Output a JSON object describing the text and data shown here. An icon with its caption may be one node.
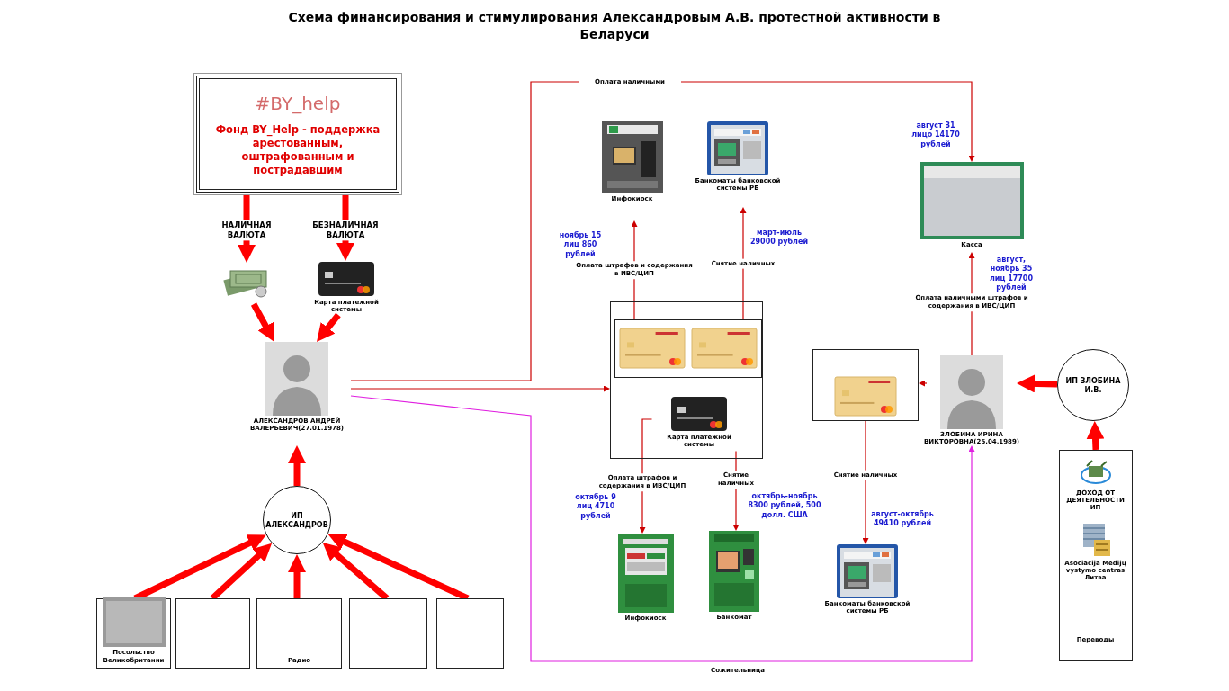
{
  "diagram": {
    "title": "Схема финансирования и стимулирования Александровым А.В. протестной активности в Беларуси",
    "nodes": [
      {
        "text": [
          "#BY_help",
          "Фонд BY_Help - поддержка арестованным, оштрафованным и пострадавшим"
        ]
      },
      {
        "text": [],
        "shape": "picture"
      },
      {
        "text": [
          "Карта платежной системы"
        ]
      },
      {
        "text": [
          "АЛЕКСАНДРОВ АНДРЕЙ ВАЛЕРЬЕВИЧ(27.01.1978)"
        ]
      },
      {
        "text": [
          "ИП АЛЕКСАНДРОВ"
        ]
      },
      {
        "text": [
          "Посольство Великобритании"
        ]
      },
      {
        "text": [],
        "shape": "box"
      },
      {
        "text": [
          "Радио"
        ]
      },
      {
        "text": [],
        "shape": "box"
      },
      {
        "text": [],
        "shape": "box"
      },
      {
        "text": [
          "Инфокиоск"
        ]
      },
      {
        "text": [
          "Банкоматы банковской системы РБ"
        ]
      },
      {
        "text": [
          "Касса"
        ]
      },
      {
        "text": [],
        "shape": "box"
      },
      {
        "text": [],
        "shape": "box",
        "in": 13
      },
      {
        "text": [
          "Карта платежной системы"
        ],
        "in": 13
      },
      {
        "text": [],
        "shape": "box"
      },
      {
        "text": [
          "ЗЛОБИНА ИРИНА ВИКТОРОВНА(25.04.1989)"
        ]
      },
      {
        "text": [
          "ИП ЗЛОБИНА И.В."
        ]
      },
      {
        "text": [],
        "shape": "box"
      },
      {
        "text": [
          "ДОХОД ОТ ДЕЯТЕЛЬНОСТИ ИП"
        ],
        "in": 19
      },
      {
        "text": [
          "Asociacija Medijų vystymo centras Литва"
        ],
        "in": 19
      },
      {
        "text": [
          "Переводы"
        ],
        "in": 19
      },
      {
        "text": [
          "Инфокиоск"
        ]
      },
      {
        "text": [
          "Банкомат"
        ]
      },
      {
        "text": [
          "Банкоматы банковской системы РБ"
        ]
      }
    ],
    "edges": [
      {
        "from": 0,
        "to": 1,
        "arrow": "to",
        "label": "НАЛИЧНАЯ ВАЛЮТА"
      },
      {
        "from": 0,
        "to": 2,
        "arrow": "to",
        "label": "БЕЗНАЛИЧНАЯ ВАЛЮТА"
      },
      {
        "from": 1,
        "to": 3,
        "arrow": "to"
      },
      {
        "from": 2,
        "to": 3,
        "arrow": "to"
      },
      {
        "from": 4,
        "to": 3,
        "arrow": "to"
      },
      {
        "from": 5,
        "to": 4,
        "arrow": "to"
      },
      {
        "from": 6,
        "to": 4,
        "arrow": "to"
      },
      {
        "from": 7,
        "to": 4,
        "arrow": "to"
      },
      {
        "from": 8,
        "to": 4,
        "arrow": "to"
      },
      {
        "from": 9,
        "to": 4,
        "arrow": "to"
      },
      {
        "from": 3,
        "to": 13,
        "arrow": "to",
        "color": "#cc0000"
      },
      {
        "from": 3,
        "to": 12,
        "arrow": "to",
        "label": "Оплата наличными",
        "color": "#cc0000"
      },
      {
        "from": 14,
        "to": 10,
        "arrow": "to",
        "label": "Оплата штрафов и содержания в ИВС/ЦИП",
        "color": "#cc0000"
      },
      {
        "from": 14,
        "to": 11,
        "arrow": "to",
        "label": "Снятие наличных",
        "color": "#cc0000"
      },
      {
        "from": 15,
        "to": 23,
        "arrow": "to",
        "label": "Оплата штрафов и содержания в ИВС/ЦИП",
        "color": "#cc0000"
      },
      {
        "from": 15,
        "to": 24,
        "arrow": "to",
        "label": "Снятие наличных",
        "color": "#cc0000"
      },
      {
        "from": 17,
        "to": 12,
        "arrow": "to",
        "label": "Оплата наличными штрафов и содержания в ИВС/ЦИП",
        "color": "#cc0000"
      },
      {
        "from": 17,
        "to": 16,
        "arrow": "to",
        "color": "#cc0000"
      },
      {
        "from": 16,
        "to": 25,
        "arrow": "to",
        "label": "Снятие наличных",
        "color": "#cc0000"
      },
      {
        "from": 18,
        "to": 17,
        "arrow": "to"
      },
      {
        "from": 19,
        "to": 18,
        "arrow": "to"
      },
      {
        "from": 3,
        "to": 17,
        "arrow": "to",
        "label": "Сожительница",
        "color": "#e020e0"
      }
    ],
    "labels": [
      "август 31 лицо 14170 рублей",
      "ноябрь 15 лиц 860 рублей",
      "март-июль 29000 рублей",
      "август, ноябрь 35 лиц 17700 рублей",
      "октябрь 9 лиц 4710 рублей",
      "октябрь-ноябрь 8300 рублей, 500 долл. США",
      "август-октябрь 49410 рублей"
    ]
  }
}
